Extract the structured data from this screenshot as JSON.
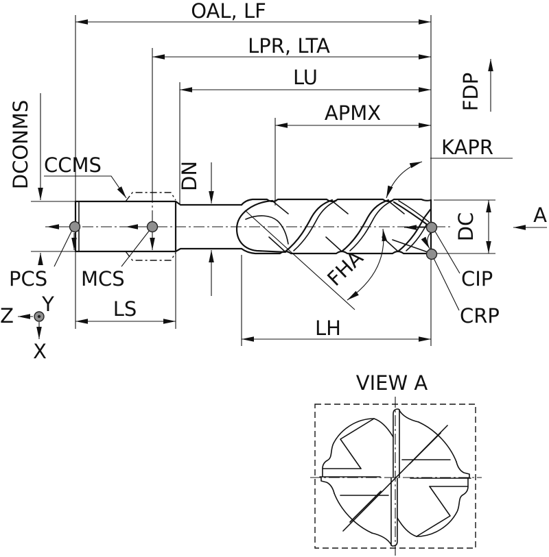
{
  "drawing": {
    "background": "#ffffff",
    "line_color": "#111111",
    "datum_point_color": "#8f8f8f",
    "kind": "end-mill-dimension-diagram",
    "labels": {
      "oal": "OAL, LF",
      "lpr": "LPR, LTA",
      "lu": "LU",
      "apmx": "APMX",
      "fdp": "FDP",
      "kapr": "KAPR",
      "dconms": "DCONMS",
      "ccms": "CCMS",
      "dn": "DN",
      "dc": "DC",
      "view_direction": "A",
      "cip": "CIP",
      "crp": "CRP",
      "pcs": "PCS",
      "mcs": "MCS",
      "ls": "LS",
      "lh": "LH",
      "fha": "FHA"
    },
    "triad": {
      "x": "X",
      "y": "Y",
      "z": "Z"
    },
    "section": {
      "title": "VIEW A"
    }
  }
}
